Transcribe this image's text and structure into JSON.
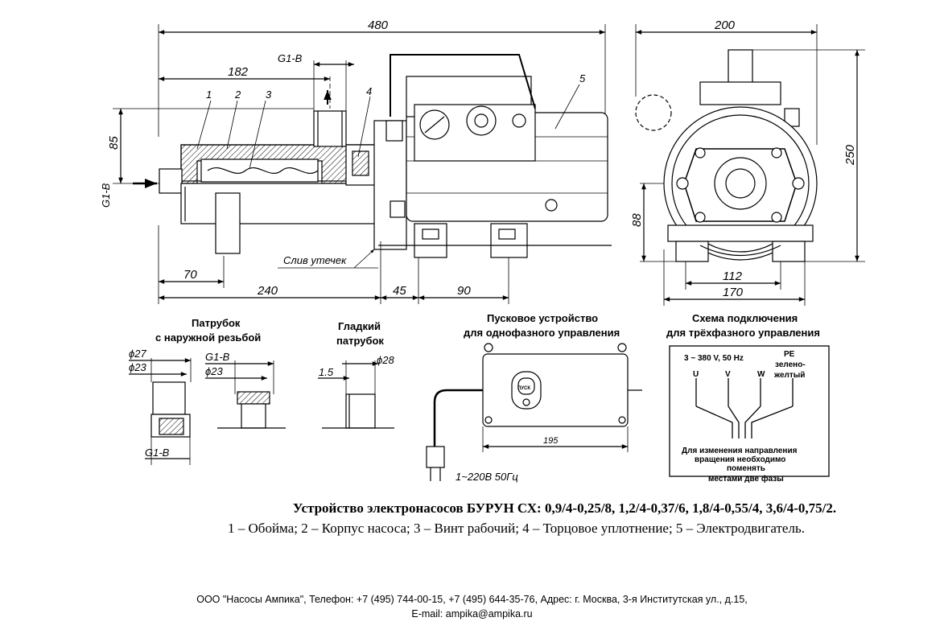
{
  "dimensions": {
    "total_length": "480",
    "outlet_thread_top": "G1-B",
    "outlet_distance": "182",
    "axis_height": "85",
    "inlet_thread": "G1-B",
    "len_70": "70",
    "len_240": "240",
    "len_45": "45",
    "len_90": "90",
    "leak_drain": "Слив утечек",
    "front_width": "200",
    "front_height": "250",
    "foot_height": "88",
    "foot_inner": "112",
    "foot_outer": "170"
  },
  "callouts": [
    "1",
    "2",
    "3",
    "4",
    "5"
  ],
  "nozzle_threaded": {
    "title_line1": "Патрубок",
    "title_line2": "с наружной резьбой",
    "d27": "ϕ27",
    "d23a": "ϕ23",
    "thread_top": "G1-B",
    "d23b": "ϕ23",
    "thread_bottom": "G1-B"
  },
  "nozzle_smooth": {
    "title_line1": "Гладкий",
    "title_line2": "патрубок",
    "wall": "1.5",
    "d28": "ϕ28"
  },
  "starter": {
    "title_line1": "Пусковое устройство",
    "title_line2": "для однофазного управления",
    "button": "ПУСК",
    "width": "195",
    "supply": "1~220В 50Гц"
  },
  "wiring": {
    "title_line1": "Схема подключения",
    "title_line2": "для трёхфазного управления",
    "supply": "3 ~ 380 V,  50 Hz",
    "pe_line1": "PE",
    "pe_line2": "зелено-",
    "pe_line3": "желтый",
    "phase_u": "U",
    "phase_v": "V",
    "phase_w": "W",
    "note_line1": "Для изменения направления",
    "note_line2": "вращения необходимо",
    "note_line3": "поменять",
    "note_line4": "местами две фазы"
  },
  "caption": {
    "title": "Устройство электронасосов  БУРУН СХ: 0,9/4-0,25/8, 1,2/4-0,37/6, 1,8/4-0,55/4, 3,6/4-0,75/2.",
    "legend": "1 – Обойма; 2 – Корпус насоса; 3 – Винт рабочий; 4 – Торцовое уплотнение; 5 – Электродвигатель."
  },
  "footer": {
    "line1": "ООО \"Насосы Ампика\", Телефон: +7 (495) 744-00-15, +7 (495) 644-35-76, Адрес: г. Москва, 3-я Институтская ул., д.15,",
    "line2": "E-mail: ampika@ampika.ru"
  }
}
